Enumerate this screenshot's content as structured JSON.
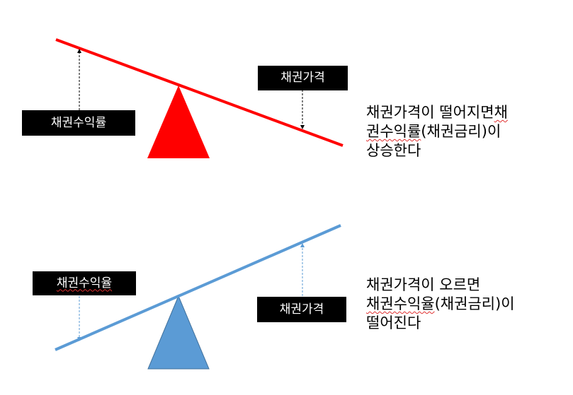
{
  "top_seesaw": {
    "color": "#ff0000",
    "yield_label": "채권수익률",
    "price_label": "채권가격",
    "description": {
      "line1_a": "채권가격이 떨어지면",
      "line1_b": "채",
      "line2_a": "권수익률",
      "line2_b": "(채권금리)이",
      "line3": "상승한다"
    }
  },
  "bottom_seesaw": {
    "color": "#5b9bd5",
    "line_color": "#5b9bd5",
    "yield_label": "채권수익율",
    "price_label": "채권가격",
    "description": {
      "line1": "채권가격이 오르면",
      "line2_a": "채권수익율",
      "line2_b": "(채권금리)이",
      "line3": "떨어진다"
    }
  }
}
